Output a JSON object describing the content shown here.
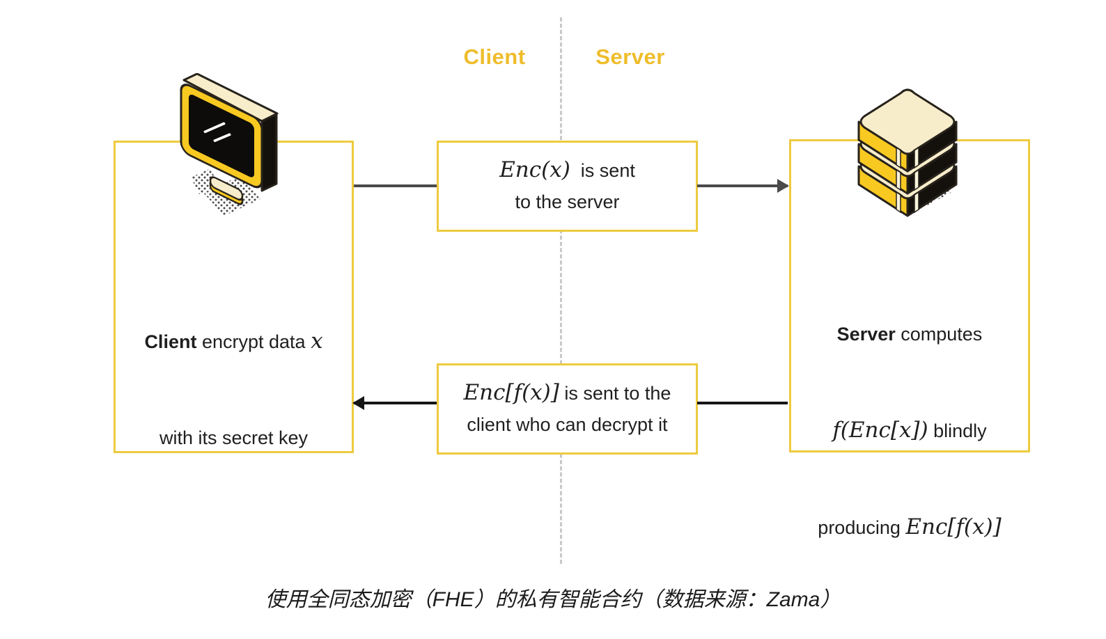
{
  "colors": {
    "box_border_yellow": "#eecb3f",
    "lane_label_gold": "#efbd2b",
    "illustration_yellow": "#f8c921",
    "illustration_cream": "#f7edcb",
    "illustration_black": "#14110d",
    "connector_gray": "#4a4a4a",
    "connector_black": "#151515",
    "dashed_divider_gray": "#c9c9c9",
    "text": "#1f1f1f"
  },
  "lanes": {
    "client_label": "Client",
    "server_label": "Server"
  },
  "client_box": {
    "icon": "monitor-icon",
    "line1": {
      "bold": "Client",
      "text": " encrypt data ",
      "math": "x"
    },
    "line2": "with its secret key"
  },
  "server_box": {
    "icon": "database-stack-icon",
    "line1": {
      "bold": "Server",
      "text": " computes"
    },
    "line2": {
      "math": "f(Enc[x])",
      "text": " blindly"
    },
    "line3": {
      "text": "producing ",
      "math": "Enc[f(x)]"
    }
  },
  "message_top": {
    "line1": {
      "math": "Enc(x)",
      "text": "  is sent"
    },
    "line2": "to the server"
  },
  "message_bottom": {
    "line1": {
      "math": "Enc[f(x)]",
      "text": " is sent to the"
    },
    "line2": "client who can decrypt it"
  },
  "caption": "使用全同态加密（FHE）的私有智能合约（数据来源：Zama）"
}
